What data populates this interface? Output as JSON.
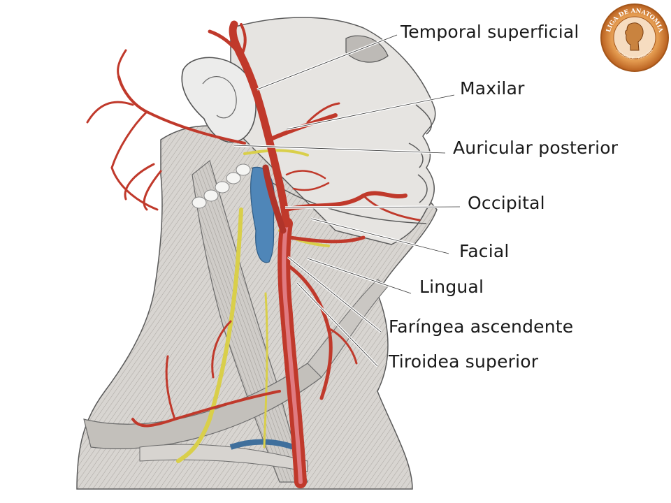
{
  "labels": {
    "temporal_superficial": "Temporal superficial",
    "maxilar": "Maxilar",
    "auricular_posterior": "Auricular posterior",
    "occipital": "Occipital",
    "facial": "Facial",
    "lingual": "Lingual",
    "faringea_ascendente": "Faríngea ascendente",
    "tiroidea_superior": "Tiroidea superior"
  },
  "logo": {
    "text": "LIGA DE ANATOMIA",
    "subtext": "FACULDADE · MEDICINA"
  },
  "colors": {
    "artery": "#c0392b",
    "artery_light": "#d9606a",
    "vein": "#4f86b8",
    "nerve": "#d9cf4a",
    "muscle": "#c9c6c2",
    "outline": "#5a5a5a",
    "logo_ring": "#c8732a",
    "logo_inner": "#e8b07a"
  }
}
